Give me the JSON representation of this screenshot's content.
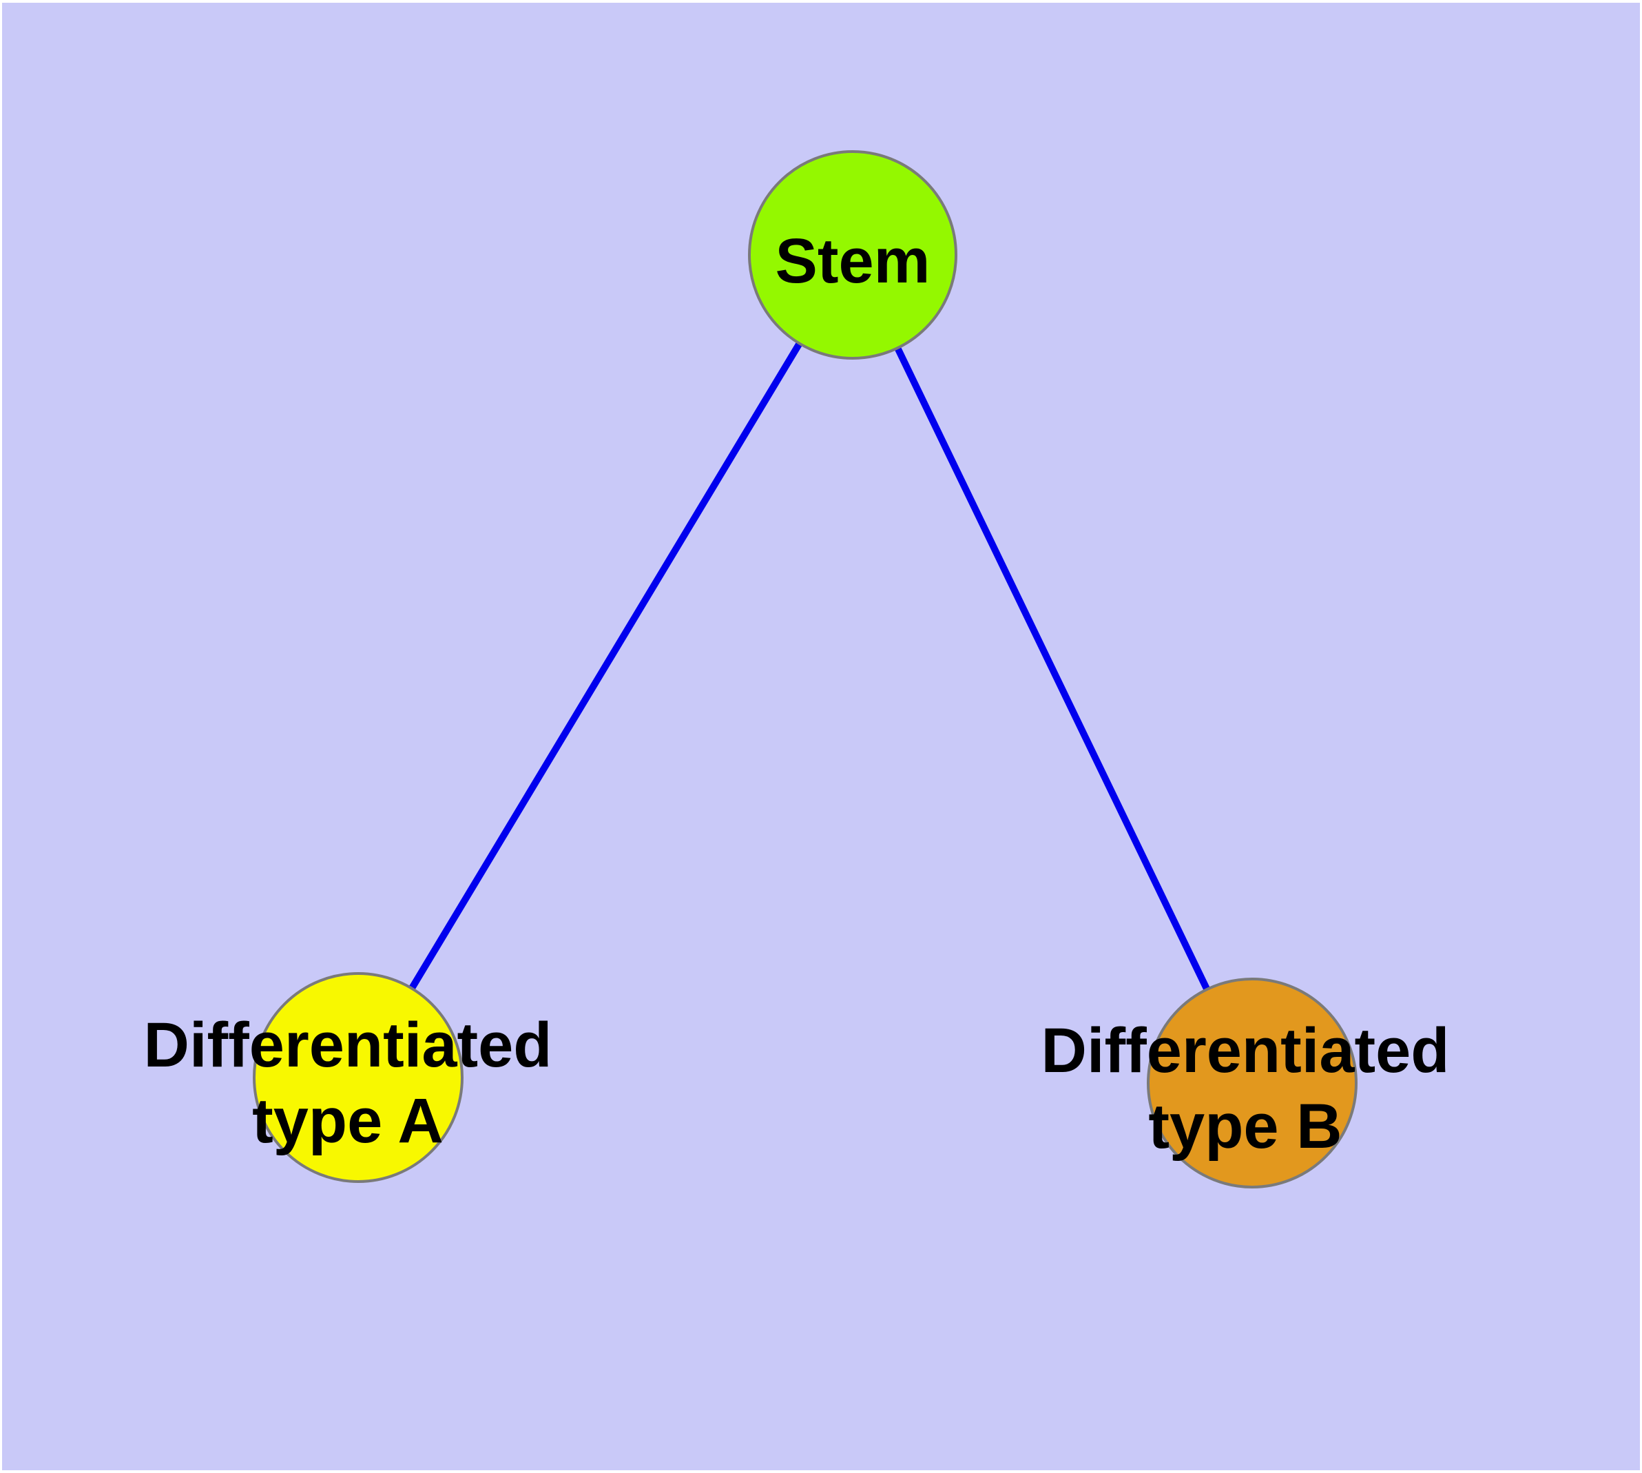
{
  "diagram": {
    "type": "node-link-graph",
    "background_color": "#c9c9f8",
    "frame_color": "#ffffff",
    "edge_color": "#0000ee",
    "node_border_color": "#7a7a7a",
    "label_color": "#000000",
    "nodes": [
      {
        "id": "stem",
        "label": "Stem",
        "label_lines": [
          "Stem"
        ],
        "fill": "#94f800"
      },
      {
        "id": "differentiated-type-a",
        "label": "Differentiated type A",
        "label_lines": [
          "Differentiated",
          "type A"
        ],
        "fill": "#f8f800"
      },
      {
        "id": "differentiated-type-b",
        "label": "Differentiated type B",
        "label_lines": [
          "Differentiated",
          "type B"
        ],
        "fill": "#e2981e"
      }
    ],
    "edges": [
      {
        "from": "stem",
        "to": "differentiated-type-a"
      },
      {
        "from": "stem",
        "to": "differentiated-type-b"
      }
    ]
  }
}
